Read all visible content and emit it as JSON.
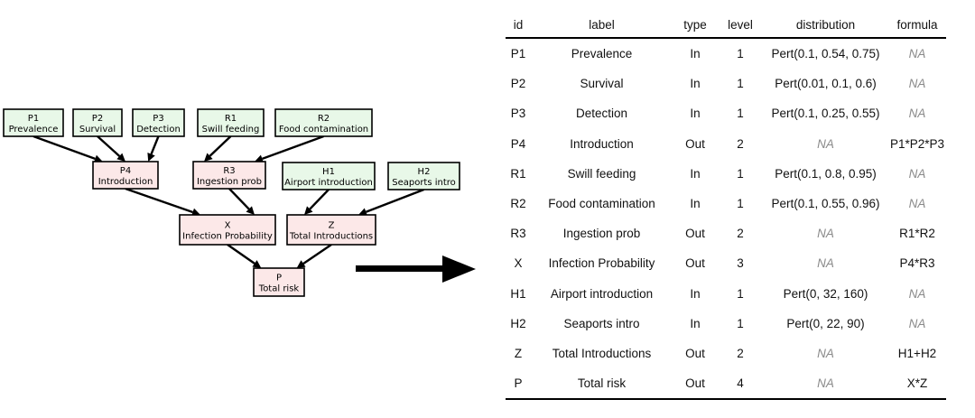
{
  "diagram": {
    "nodes": [
      {
        "id": "P1",
        "label": "Prevalence",
        "type": "In"
      },
      {
        "id": "P2",
        "label": "Survival",
        "type": "In"
      },
      {
        "id": "P3",
        "label": "Detection",
        "type": "In"
      },
      {
        "id": "R1",
        "label": "Swill feeding",
        "type": "In"
      },
      {
        "id": "R2",
        "label": "Food contamination",
        "type": "In"
      },
      {
        "id": "P4",
        "label": "Introduction",
        "type": "Out"
      },
      {
        "id": "R3",
        "label": "Ingestion prob",
        "type": "Out"
      },
      {
        "id": "H1",
        "label": "Airport introduction",
        "type": "In"
      },
      {
        "id": "H2",
        "label": "Seaports intro",
        "type": "In"
      },
      {
        "id": "X",
        "label": "Infection Probability",
        "type": "Out"
      },
      {
        "id": "Z",
        "label": "Total Introductions",
        "type": "Out"
      },
      {
        "id": "P",
        "label": "Total risk",
        "type": "Out"
      }
    ],
    "edges": [
      [
        "P1",
        "P4"
      ],
      [
        "P2",
        "P4"
      ],
      [
        "P3",
        "P4"
      ],
      [
        "R1",
        "R3"
      ],
      [
        "R2",
        "R3"
      ],
      [
        "P4",
        "X"
      ],
      [
        "R3",
        "X"
      ],
      [
        "H1",
        "Z"
      ],
      [
        "H2",
        "Z"
      ],
      [
        "X",
        "P"
      ],
      [
        "Z",
        "P"
      ]
    ],
    "colors": {
      "input_fill": "#e8f8e8",
      "output_fill": "#fce8e8",
      "border": "#000000"
    }
  },
  "table": {
    "headers": {
      "id": "id",
      "label": "label",
      "type": "type",
      "level": "level",
      "distribution": "distribution",
      "formula": "formula"
    },
    "rows": [
      {
        "id": "P1",
        "label": "Prevalence",
        "type": "In",
        "level": "1",
        "distribution": "Pert(0.1, 0.54, 0.75)",
        "formula": "NA"
      },
      {
        "id": "P2",
        "label": "Survival",
        "type": "In",
        "level": "1",
        "distribution": "Pert(0.01, 0.1, 0.6)",
        "formula": "NA"
      },
      {
        "id": "P3",
        "label": "Detection",
        "type": "In",
        "level": "1",
        "distribution": "Pert(0.1, 0.25, 0.55)",
        "formula": "NA"
      },
      {
        "id": "P4",
        "label": "Introduction",
        "type": "Out",
        "level": "2",
        "distribution": "NA",
        "formula": "P1*P2*P3"
      },
      {
        "id": "R1",
        "label": "Swill feeding",
        "type": "In",
        "level": "1",
        "distribution": "Pert(0.1, 0.8, 0.95)",
        "formula": "NA"
      },
      {
        "id": "R2",
        "label": "Food contamination",
        "type": "In",
        "level": "1",
        "distribution": "Pert(0.1, 0.55, 0.96)",
        "formula": "NA"
      },
      {
        "id": "R3",
        "label": "Ingestion prob",
        "type": "Out",
        "level": "2",
        "distribution": "NA",
        "formula": "R1*R2"
      },
      {
        "id": "X",
        "label": "Infection Probability",
        "type": "Out",
        "level": "3",
        "distribution": "NA",
        "formula": "P4*R3"
      },
      {
        "id": "H1",
        "label": "Airport introduction",
        "type": "In",
        "level": "1",
        "distribution": "Pert(0, 32, 160)",
        "formula": "NA"
      },
      {
        "id": "H2",
        "label": "Seaports intro",
        "type": "In",
        "level": "1",
        "distribution": "Pert(0, 22, 90)",
        "formula": "NA"
      },
      {
        "id": "Z",
        "label": "Total Introductions",
        "type": "Out",
        "level": "2",
        "distribution": "NA",
        "formula": "H1+H2"
      },
      {
        "id": "P",
        "label": "Total risk",
        "type": "Out",
        "level": "4",
        "distribution": "NA",
        "formula": "X*Z"
      }
    ]
  }
}
